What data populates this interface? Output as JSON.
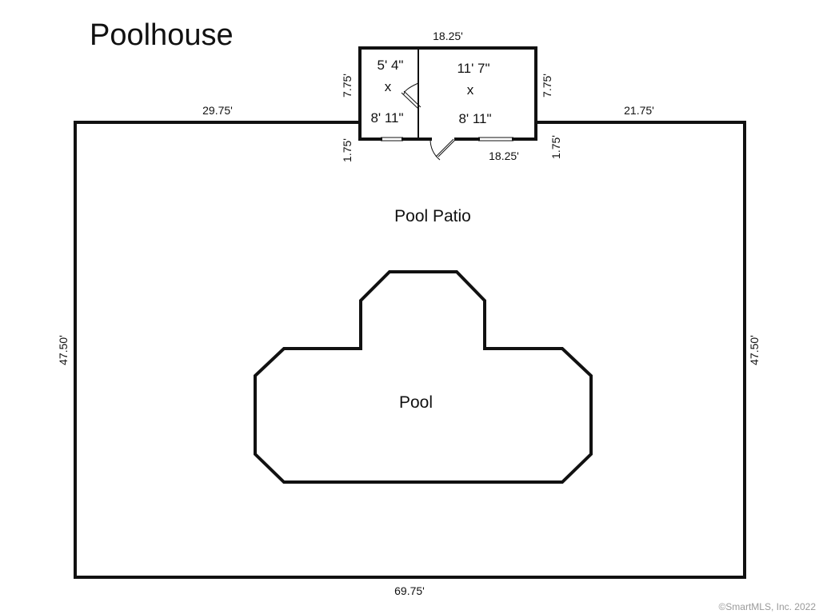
{
  "title": "Poolhouse",
  "poolhouse": {
    "top_width": "18.25'",
    "bottom_width": "18.25'",
    "left_height": "7.75'",
    "right_height": "7.75'",
    "left_offset": "1.75'",
    "right_offset": "1.75'",
    "room_small": {
      "width": "5' 4\"",
      "by": "x",
      "depth": "8' 11\""
    },
    "room_large": {
      "width": "11' 7\"",
      "by": "x",
      "depth": "8' 11\""
    }
  },
  "patio": {
    "label": "Pool Patio",
    "top_left_width": "29.75'",
    "top_right_width": "21.75'",
    "left_height": "47.50'",
    "right_height": "47.50'",
    "bottom_width": "69.75'"
  },
  "pool": {
    "label": "Pool"
  },
  "copyright": "©SmartMLS, Inc.  2022"
}
